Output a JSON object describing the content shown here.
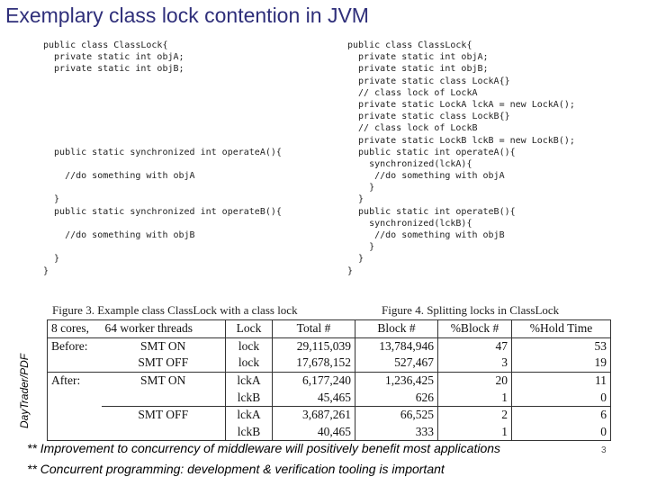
{
  "title": "Exemplary class lock contention in JVM",
  "side_label": "DayTrader/PDF",
  "left_code": [
    "public class ClassLock{",
    "  private static int objA;",
    "  private static int objB;",
    "",
    "",
    "",
    "",
    "",
    "",
    "  public static synchronized int operateA(){",
    "",
    "    //do something with objA",
    "",
    "  }",
    "  public static synchronized int operateB(){",
    "",
    "    //do something with objB",
    "",
    "  }",
    "}"
  ],
  "right_code": [
    "public class ClassLock{",
    "  private static int objA;",
    "  private static int objB;",
    "  private static class LockA{}",
    "  // class lock of LockA",
    "  private static LockA lckA = new LockA();",
    "  private static class LockB{}",
    "  // class lock of LockB",
    "  private static LockB lckB = new LockB();",
    "  public static int operateA(){",
    "    synchronized(lckA){",
    "     //do something with objA",
    "    }",
    "  }",
    "  public static int operateB(){",
    "    synchronized(lckB){",
    "     //do something with objB",
    "    }",
    "  }",
    "}"
  ],
  "caption_left": "Figure 3. Example class ClassLock with a class lock",
  "caption_right": "Figure 4. Splitting locks in ClassLock",
  "table": {
    "headers": [
      "8 cores,",
      "64 worker threads",
      "Lock",
      "Total #",
      "Block #",
      "%Block #",
      "%Hold Time"
    ],
    "rows": [
      [
        "Before:",
        "SMT ON",
        "lock",
        "29,115,039",
        "13,784,946",
        "47",
        "53"
      ],
      [
        "",
        "SMT OFF",
        "lock",
        "17,678,152",
        "527,467",
        "3",
        "19"
      ],
      [
        "After:",
        "SMT ON",
        "lckA",
        "6,177,240",
        "1,236,425",
        "20",
        "11"
      ],
      [
        "",
        "",
        "lckB",
        "45,465",
        "626",
        "1",
        "0"
      ],
      [
        "",
        "SMT OFF",
        "lckA",
        "3,687,261",
        "66,525",
        "2",
        "6"
      ],
      [
        "",
        "",
        "lckB",
        "40,465",
        "333",
        "1",
        "0"
      ]
    ]
  },
  "notes": [
    "** Improvement to concurrency of middleware will positively benefit most applications",
    "** Concurrent programming: development & verification tooling is important"
  ],
  "page_number": "3"
}
